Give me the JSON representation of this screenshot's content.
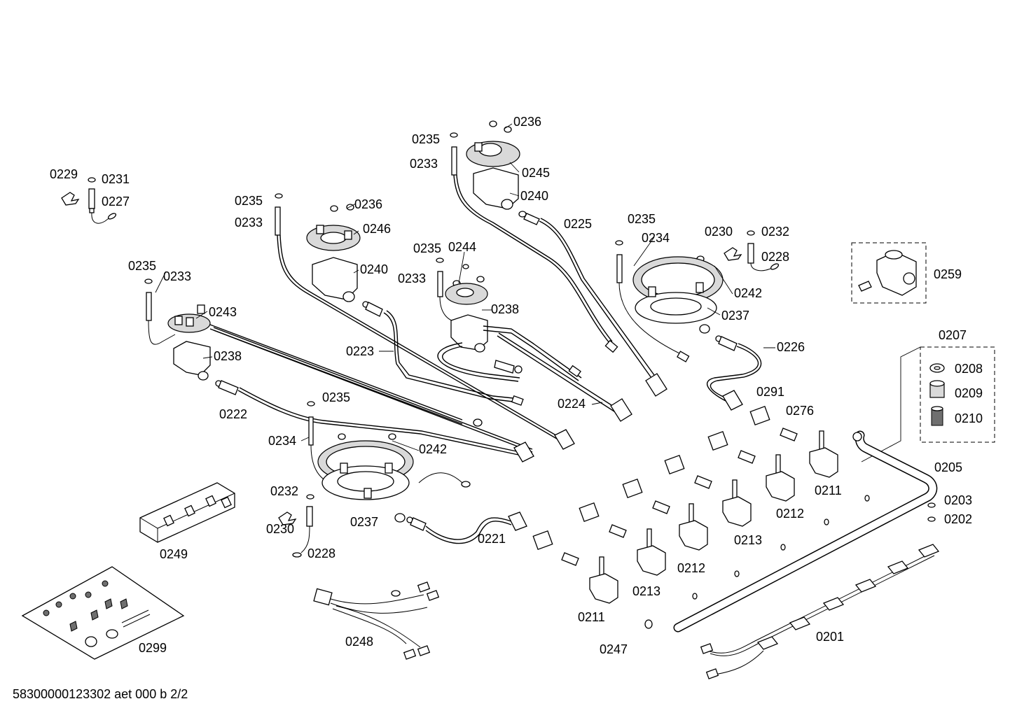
{
  "footer": {
    "document_code": "58300000123302 aet 000 b 2/2"
  },
  "labels": {
    "l0229": "0229",
    "l0231": "0231",
    "l0227": "0227",
    "l0235a": "0235",
    "l0233a": "0233",
    "l0235b": "0235",
    "l0233b": "0233",
    "l0236a": "0236",
    "l0246": "0246",
    "l0240a": "0240",
    "l0243": "0243",
    "l0238a": "0238",
    "l0235c": "0235",
    "l0233c": "0233",
    "l0236b": "0236",
    "l0245": "0245",
    "l0240b": "0240",
    "l0225": "0225",
    "l0235d": "0235",
    "l0244": "0244",
    "l0233d": "0233",
    "l0238b": "0238",
    "l0223": "0223",
    "l0224": "0224",
    "l0222": "0222",
    "l0235e": "0235",
    "l0234a": "0234",
    "l0242a": "0242",
    "l0232a": "0232",
    "l0230a": "0230",
    "l0228a": "0228",
    "l0237a": "0237",
    "l0221": "0221",
    "l0249": "0249",
    "l0299": "0299",
    "l0248": "0248",
    "l0235f": "0235",
    "l0234b": "0234",
    "l0242b": "0242",
    "l0237b": "0237",
    "l0230b": "0230",
    "l0232b": "0232",
    "l0228b": "0228",
    "l0226": "0226",
    "l0259": "0259",
    "l0207": "0207",
    "l0208": "0208",
    "l0209": "0209",
    "l0210": "0210",
    "l0291": "0291",
    "l0276": "0276",
    "l0211a": "0211",
    "l0205": "0205",
    "l0212a": "0212",
    "l0213a": "0213",
    "l0212b": "0212",
    "l0213b": "0213",
    "l0211b": "0211",
    "l0203": "0203",
    "l0202": "0202",
    "l0247": "0247",
    "l0201": "0201"
  }
}
